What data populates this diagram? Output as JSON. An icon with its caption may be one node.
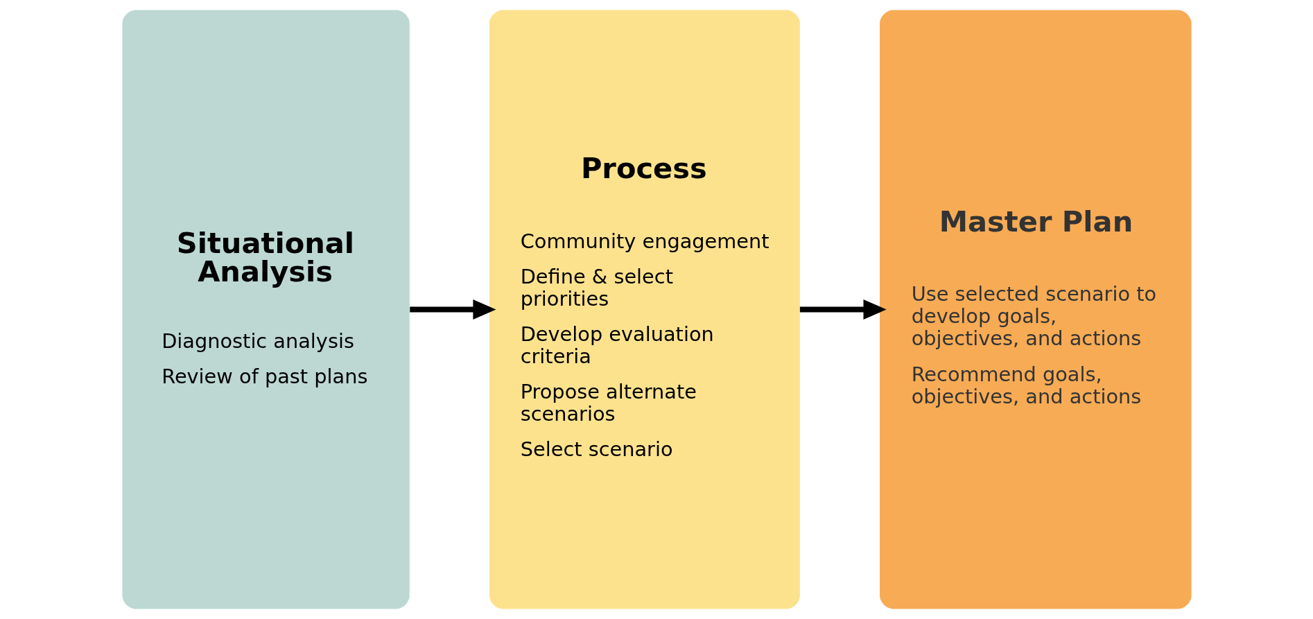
{
  "diagram": {
    "nodes": [
      {
        "text": [
          "Situational Analysis",
          "Diagnostic analysis",
          "Review of past plans"
        ]
      },
      {
        "text": [
          "Process",
          "Community engagement",
          "Define & select priorities",
          "Develop evaluation criteria",
          "Propose alternate scenarios",
          "Select scenario"
        ]
      },
      {
        "text": [
          "Master Plan",
          "Use selected scenario to develop goals, objectives, and actions",
          "Recommend goals, objectives, and actions"
        ]
      }
    ],
    "edges": [
      {
        "from": 0,
        "to": 1,
        "arrow": "to"
      },
      {
        "from": 1,
        "to": 2,
        "arrow": "to"
      }
    ]
  }
}
